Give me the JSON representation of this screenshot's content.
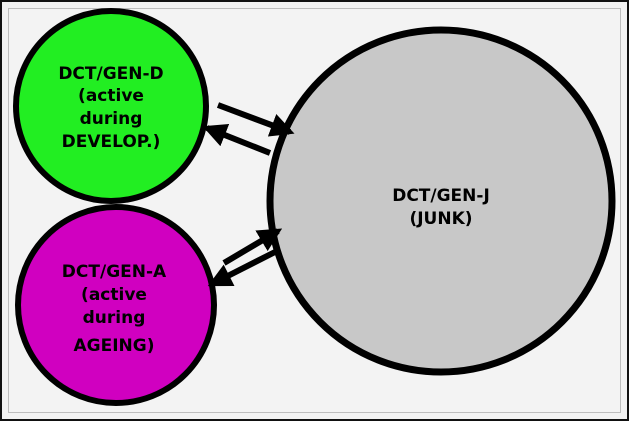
{
  "nodes": {
    "dev": {
      "lines": [
        "DCT/GEN-D",
        "(active",
        "during",
        "DEVELOP.)"
      ],
      "fill": "#22ee22"
    },
    "age": {
      "lines": [
        "DCT/GEN-A",
        "(active",
        "during",
        "AGEING)"
      ],
      "fill": "#d000c0"
    },
    "junk": {
      "lines": [
        "DCT/GEN-J",
        "(JUNK)"
      ],
      "fill": "#c8c8c8"
    }
  },
  "colors": {
    "stroke": "#000000",
    "background": "#f2f2f2"
  }
}
